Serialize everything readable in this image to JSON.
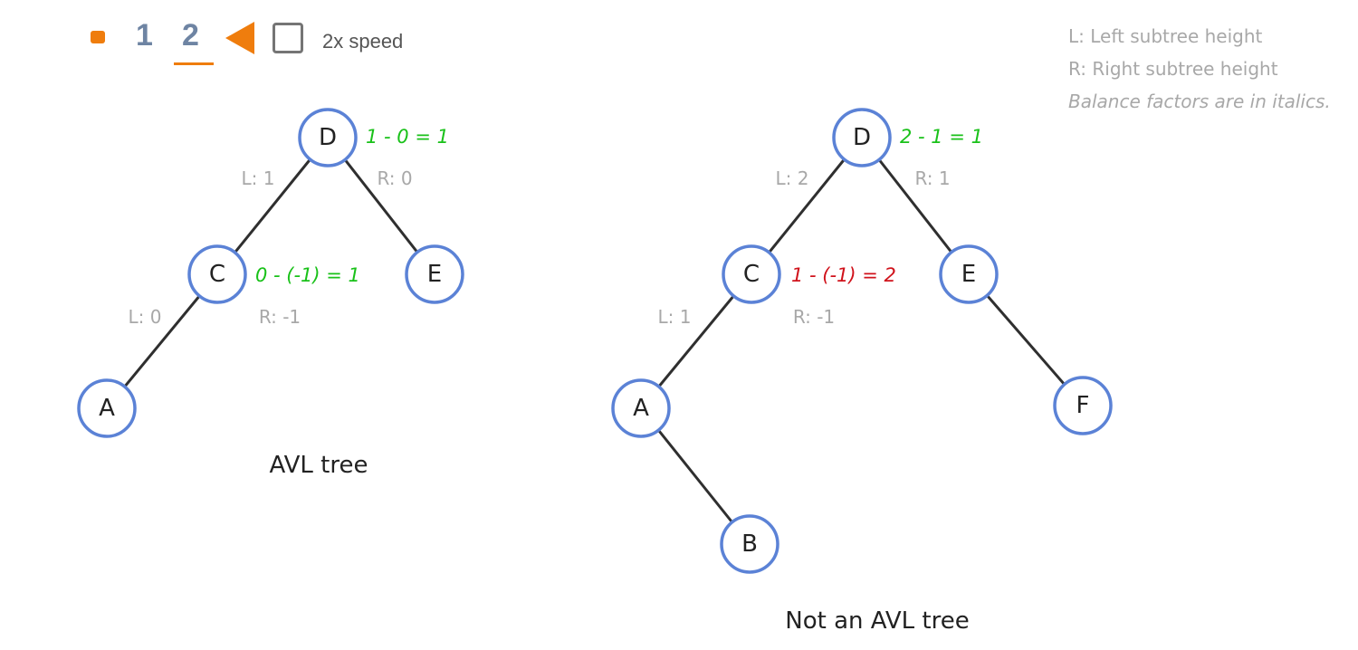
{
  "controls": {
    "steps": [
      "1",
      "2"
    ],
    "current_step": "2",
    "speed_label": "2x speed",
    "speed_checked": false
  },
  "legend": {
    "left": "L: Left subtree height",
    "right": "R: Right subtree height",
    "note": "Balance factors are in italics."
  },
  "colors": {
    "accent": "#ef7d0d",
    "node_border": "#5b82d6",
    "balanced": "#19c119",
    "unbalanced": "#d0121b",
    "muted": "#a8a8a8"
  },
  "trees": [
    {
      "caption": "AVL tree",
      "nodes": [
        {
          "label": "D",
          "left_height": "L: 1",
          "right_height": "R: 0",
          "balance": "1 - 0 = 1",
          "balanced": true
        },
        {
          "label": "C",
          "left_height": "L: 0",
          "right_height": "R: -1",
          "balance": "0 - (-1) = 1",
          "balanced": true
        },
        {
          "label": "E"
        },
        {
          "label": "A"
        }
      ]
    },
    {
      "caption": "Not an AVL tree",
      "nodes": [
        {
          "label": "D",
          "left_height": "L: 2",
          "right_height": "R: 1",
          "balance": "2 - 1 = 1",
          "balanced": true
        },
        {
          "label": "C",
          "left_height": "L: 1",
          "right_height": "R: -1",
          "balance": "1 - (-1) = 2",
          "balanced": false
        },
        {
          "label": "E"
        },
        {
          "label": "A"
        },
        {
          "label": "B"
        },
        {
          "label": "F"
        }
      ]
    }
  ]
}
